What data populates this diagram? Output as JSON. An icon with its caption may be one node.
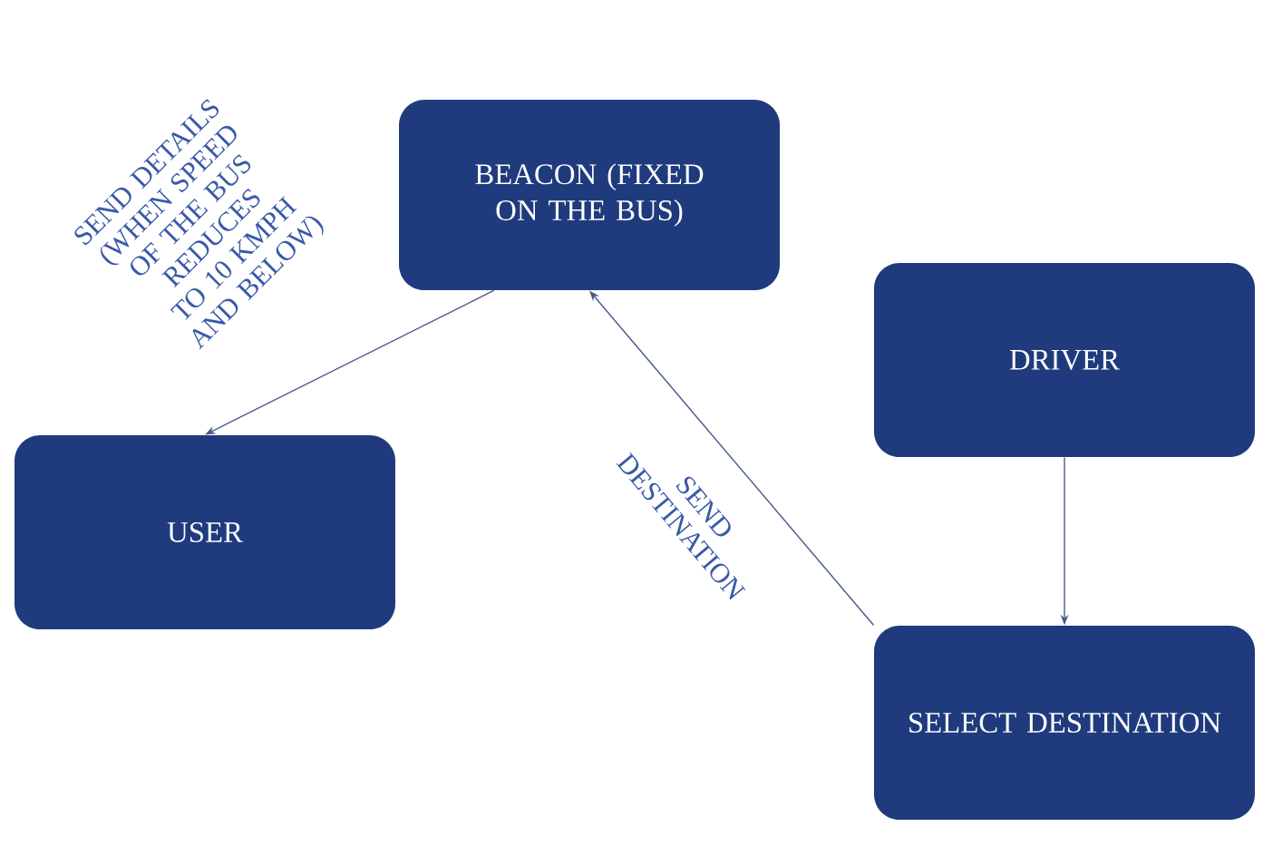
{
  "diagram": {
    "nodes": [
      {
        "text": [
          "BEACON (FIXED ON THE BUS)"
        ]
      },
      {
        "text": [
          "USER"
        ]
      },
      {
        "text": [
          "DRIVER"
        ]
      },
      {
        "text": [
          "SELECT DESTINATION"
        ]
      }
    ],
    "edges": [
      {
        "from": 0,
        "to": 1,
        "arrow": "to",
        "label": "SEND DETAILS (WHEN SPEED OF THE BUS REDUCES TO 10 KMPH AND BELOW)"
      },
      {
        "from": 3,
        "to": 0,
        "arrow": "to",
        "label": "SEND DESTINATION"
      },
      {
        "from": 2,
        "to": 3,
        "arrow": "to"
      }
    ]
  }
}
